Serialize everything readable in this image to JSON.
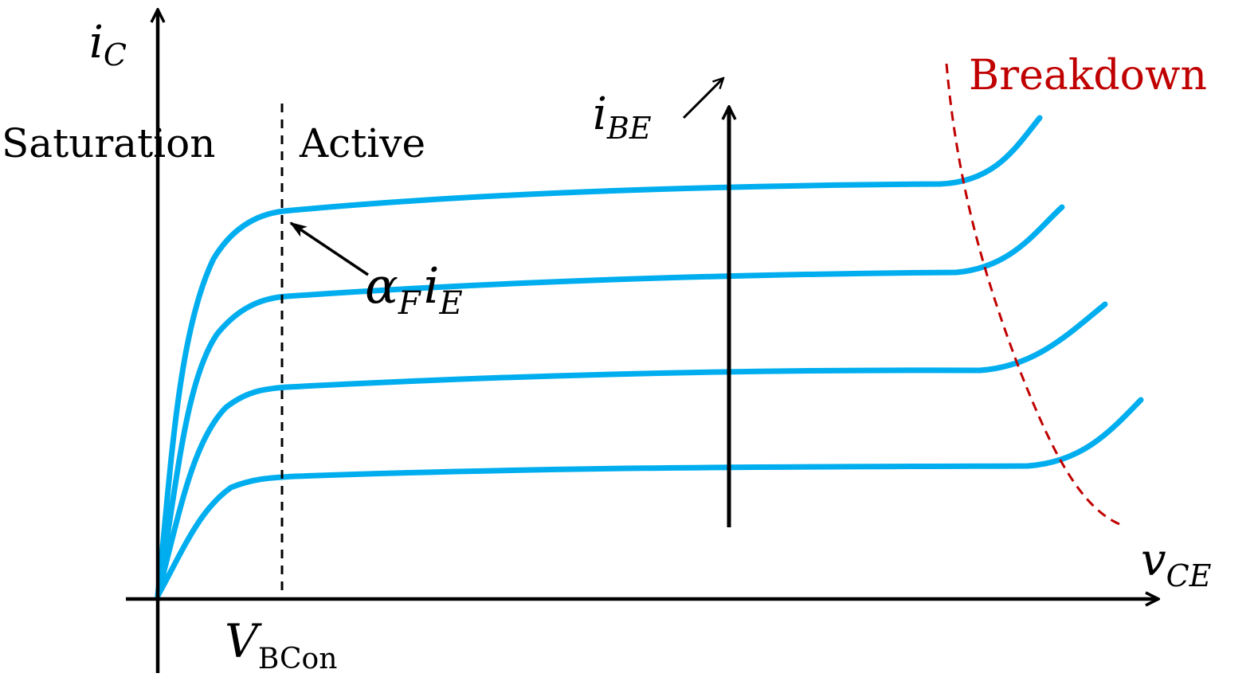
{
  "diagram": {
    "axes": {
      "y_axis": {
        "label": "i",
        "label_subscript": "C"
      },
      "x_axis": {
        "label": "v",
        "label_subscript": "CE"
      }
    },
    "regions": {
      "saturation": "Saturation",
      "active": "Active",
      "breakdown": "Breakdown"
    },
    "boundary_marker": {
      "label": "V",
      "label_subscript": "BCon"
    },
    "annotations": {
      "alpha": {
        "symbol": "α",
        "symbol_subscript": "F",
        "current": "i",
        "current_subscript": "E"
      },
      "ibe": {
        "label": "i",
        "label_subscript": "BE",
        "arrow": "↗"
      }
    },
    "curve_count": 4,
    "colors": {
      "curve": "#00AEEF",
      "axis": "#000000",
      "breakdown": "#C00000"
    }
  }
}
